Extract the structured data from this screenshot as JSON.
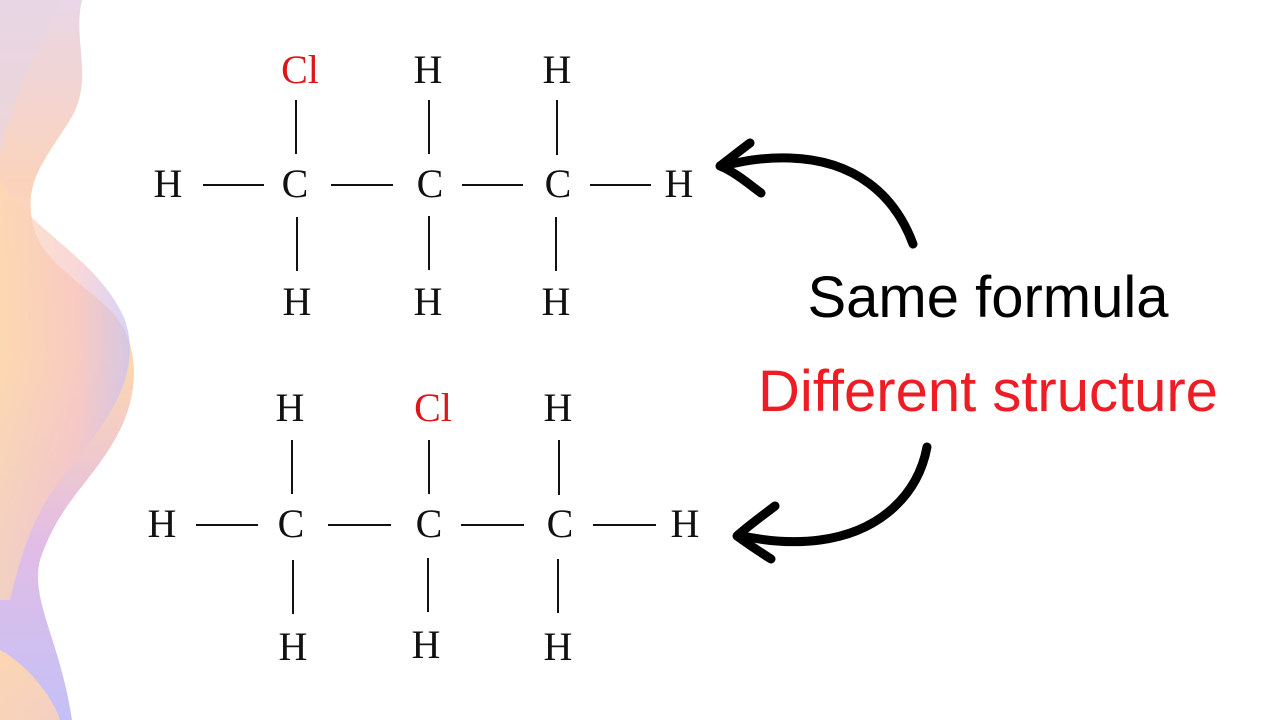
{
  "diagram": {
    "type": "structural-isomers",
    "colors": {
      "atom": "#111111",
      "chlorine": "#e0141b",
      "caption_primary": "#000000",
      "caption_secondary": "#ee1c24"
    },
    "molecule_top": {
      "top_row": [
        "Cl",
        "H",
        "H"
      ],
      "middle_row": [
        "H",
        "C",
        "C",
        "C",
        "H"
      ],
      "bottom_row": [
        "H",
        "H",
        "H"
      ]
    },
    "molecule_bottom": {
      "top_row": [
        "H",
        "Cl",
        "H"
      ],
      "middle_row": [
        "H",
        "C",
        "C",
        "C",
        "H"
      ],
      "bottom_row": [
        "H",
        "H",
        "H"
      ]
    },
    "caption": {
      "line1": "Same formula",
      "line2": "Different structure"
    },
    "arrows": [
      {
        "name": "arrow-to-top-molecule",
        "direction": "points-left-up"
      },
      {
        "name": "arrow-to-bottom-molecule",
        "direction": "points-left-down"
      }
    ]
  }
}
